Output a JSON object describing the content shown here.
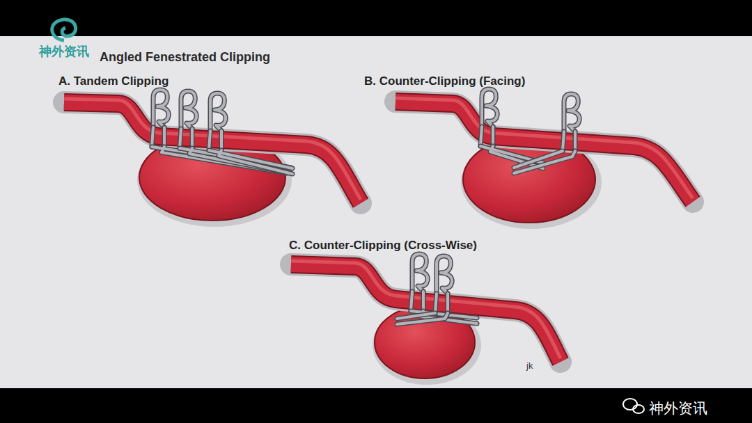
{
  "diagram": {
    "title": "Angled Fenestrated Clipping",
    "labels": [
      "神外资讯",
      "A. Tandem Clipping",
      "B. Counter-Clipping (Facing)",
      "C. Counter-Clipping (Cross-Wise)",
      "jk",
      "神外资讯"
    ]
  }
}
